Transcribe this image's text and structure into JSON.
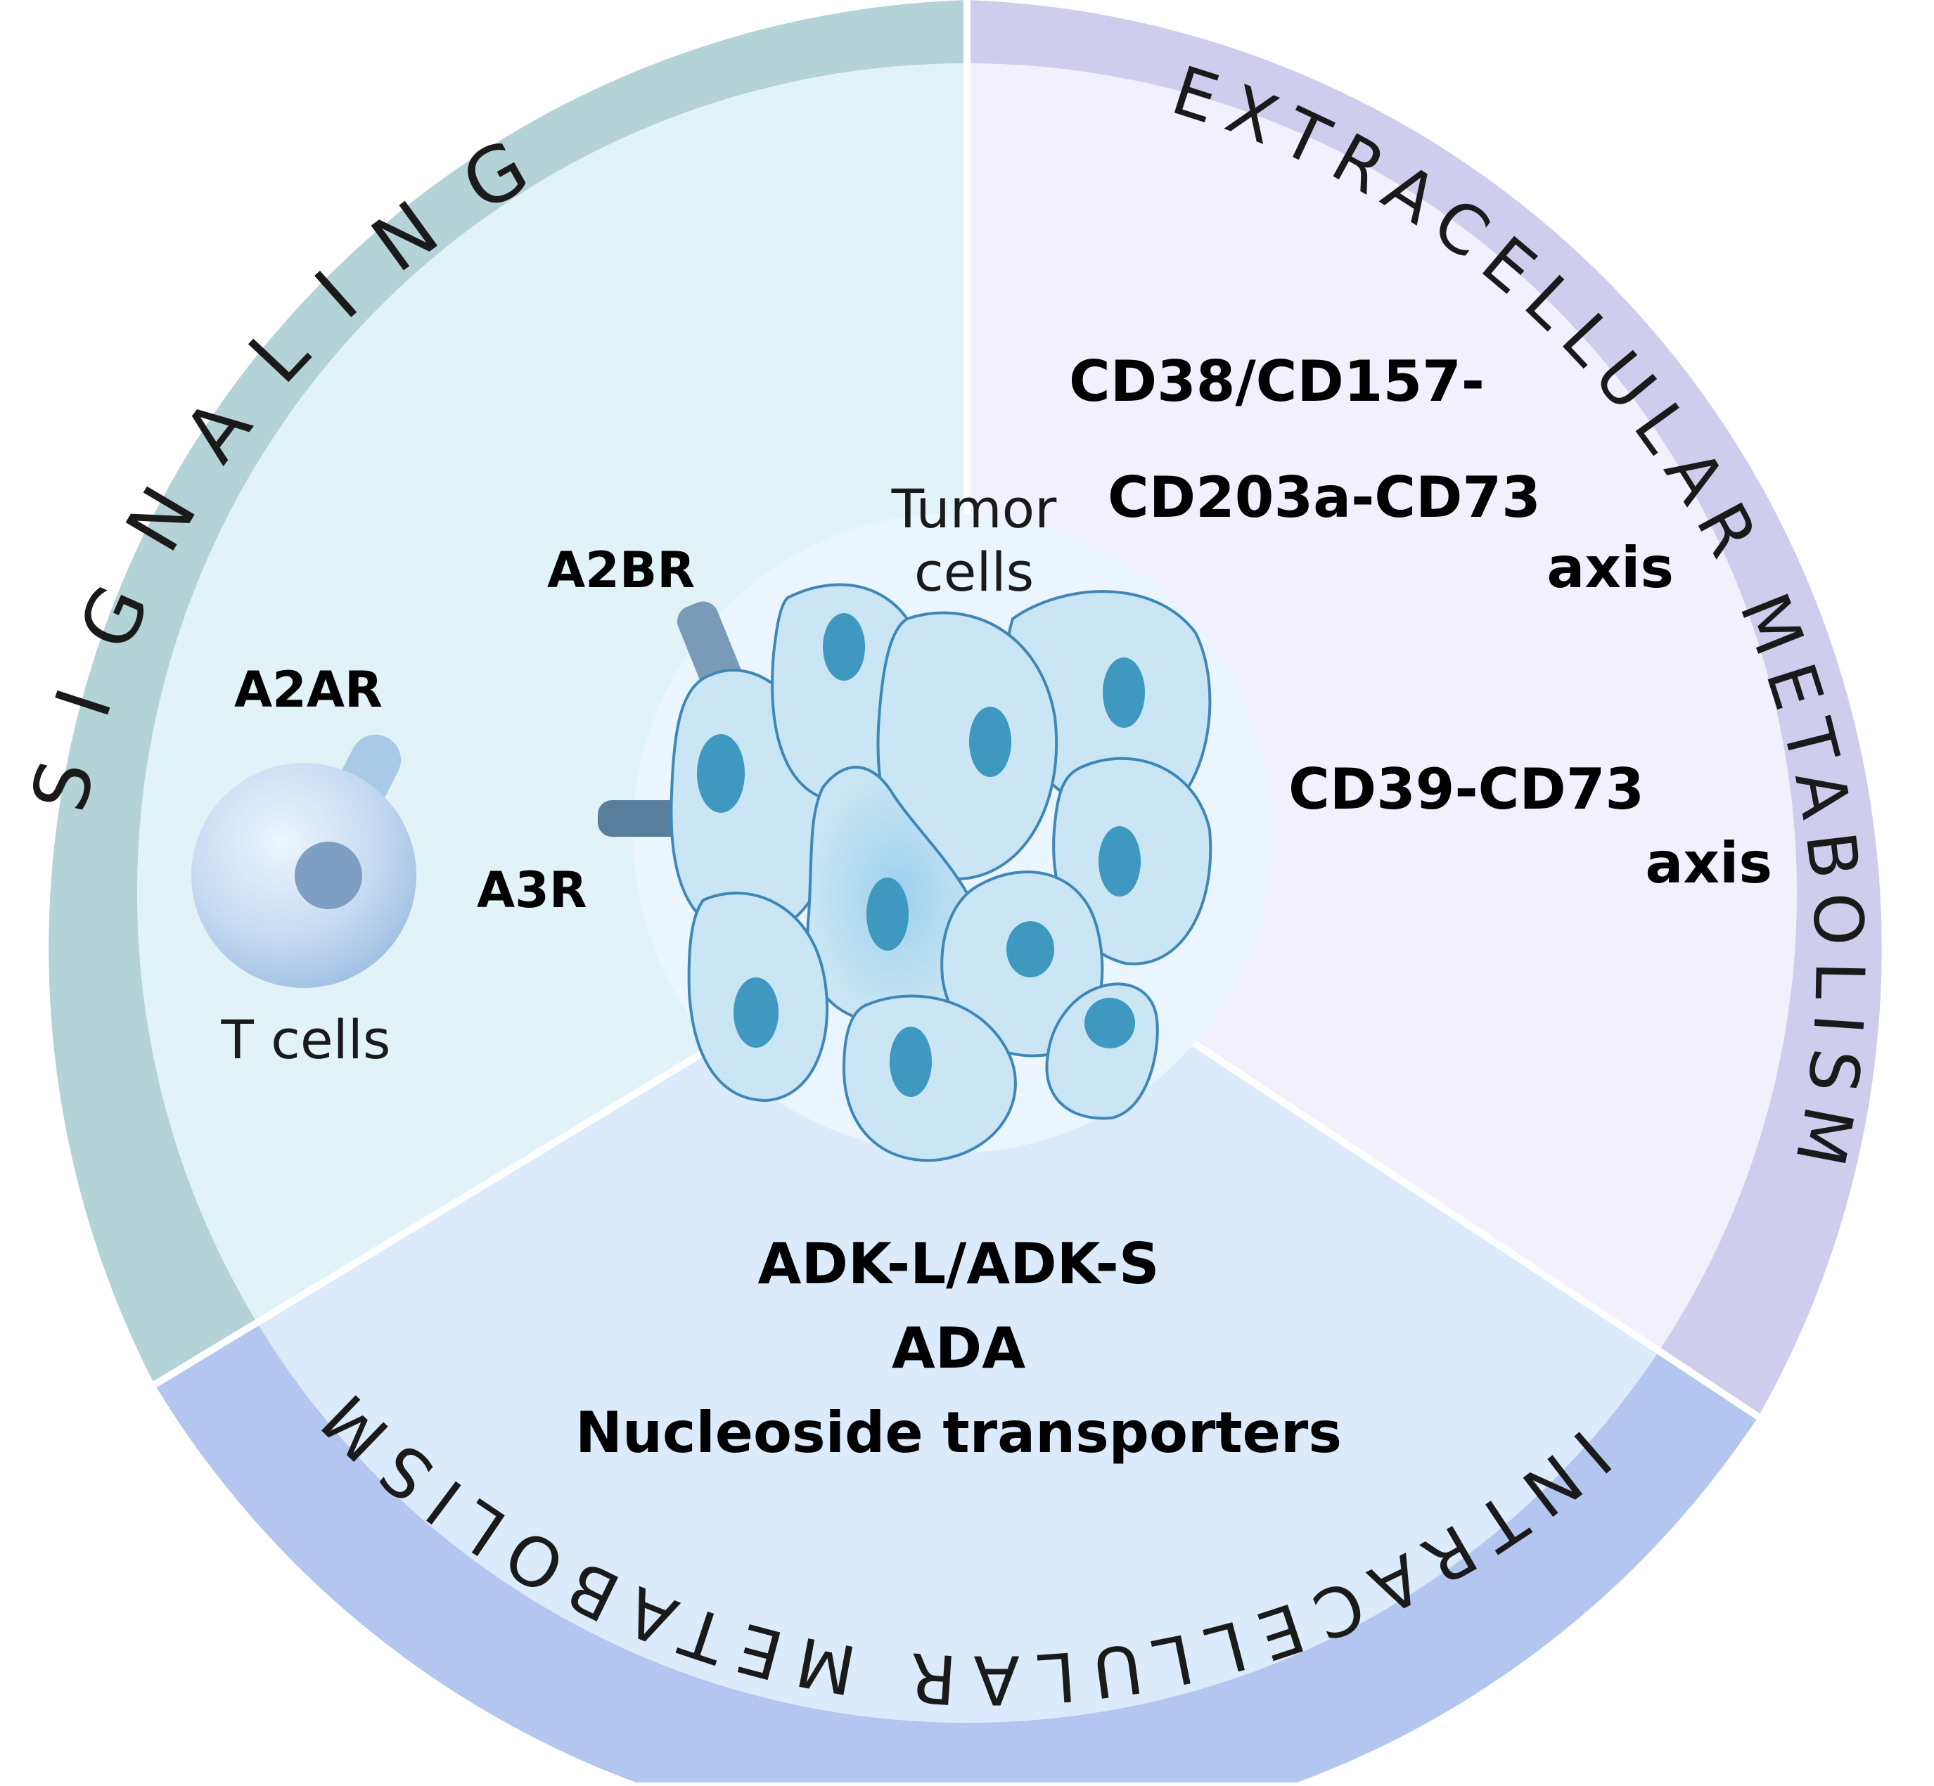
{
  "diagram": {
    "ring_labels": {
      "signaling": "SIGNALING",
      "extracellular": "EXTRACELLULAR METABOLISM",
      "intracellular": "INTRACELLULAR METABOLISM"
    },
    "signaling": {
      "a2ar": "A2AR",
      "a2br": "A2BR",
      "a3r": "A3R",
      "t_cells": "T cells"
    },
    "tumor": {
      "line1": "Tumor",
      "line2": "cells"
    },
    "extracellular": {
      "axis1_line1": "CD38/CD157-",
      "axis1_line2": "CD203a-CD73",
      "axis1_line3": "axis",
      "axis2_line1": "CD39-CD73",
      "axis2_line2": "axis"
    },
    "intracellular": {
      "line1": "ADK-L/ADK-S",
      "line2": "ADA",
      "line3": "Nucleoside transporters"
    },
    "colors": {
      "signaling_ring": "#b3d3d6",
      "signaling_fill": "#e2f3f8",
      "extracellular_ring": "#cfcdee",
      "extracellular_fill": "#f1f0fc",
      "intracellular_ring": "#b3c6ef",
      "intracellular_fill": "#dcebfc",
      "cell_fill": "#cae6f4",
      "nucleus": "#3f98c0",
      "receptor_a2ar": "#a8cae6",
      "receptor_a2br": "#7a9bb8",
      "receptor_a3r": "#587e9c"
    }
  }
}
